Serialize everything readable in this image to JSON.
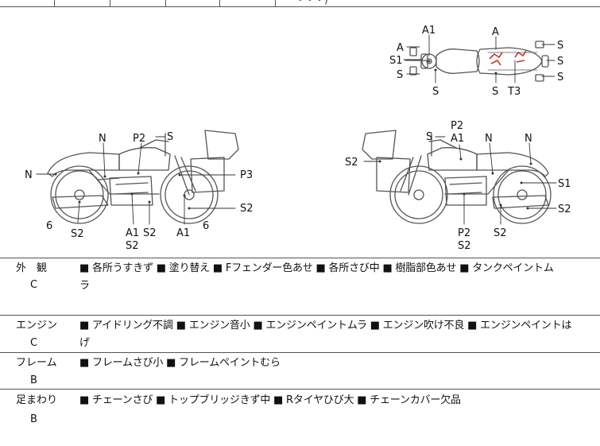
{
  "top_text": "・・・)",
  "diagram": {
    "top_view": {
      "labels": [
        "A1",
        "A",
        "S1",
        "S",
        "S",
        "A",
        "S",
        "S",
        "S",
        "S",
        "T3"
      ]
    },
    "left_bike": {
      "labels": [
        "N",
        "P2",
        "S",
        "N",
        "P3",
        "6",
        "S2",
        "A1",
        "S2",
        "S2",
        "A1",
        "6",
        "S2"
      ]
    },
    "right_bike": {
      "labels": [
        "S",
        "P2",
        "A1",
        "N",
        "N",
        "S2",
        "S1",
        "S2",
        "P2",
        "S2",
        "S2"
      ]
    }
  },
  "sections": [
    {
      "category": "外　観",
      "grade": "C",
      "notes_line1": "■ 各所うすきず ■ 塗り替え ■ Fフェンダー色あせ ■ 各所さび中 ■ 樹脂部色あせ ■ タンクペイントム",
      "notes_line2": "ラ"
    },
    {
      "category": "エンジン",
      "grade": "C",
      "notes_line1": "■ アイドリング不調 ■ エンジン音小 ■ エンジンペイントムラ ■ エンジン吹け不良 ■ エンジンペイントは",
      "notes_line2": "げ"
    },
    {
      "category": "フレーム",
      "grade": "B",
      "notes_line1": "■ フレームさび小 ■ フレームペイントむら",
      "notes_line2": ""
    },
    {
      "category": "足まわり",
      "grade": "B",
      "notes_line1": "■ チェーンさび ■ トップブリッジきず中 ■ Rタイヤひび大 ■ チェーンカバー欠品",
      "notes_line2": ""
    }
  ]
}
